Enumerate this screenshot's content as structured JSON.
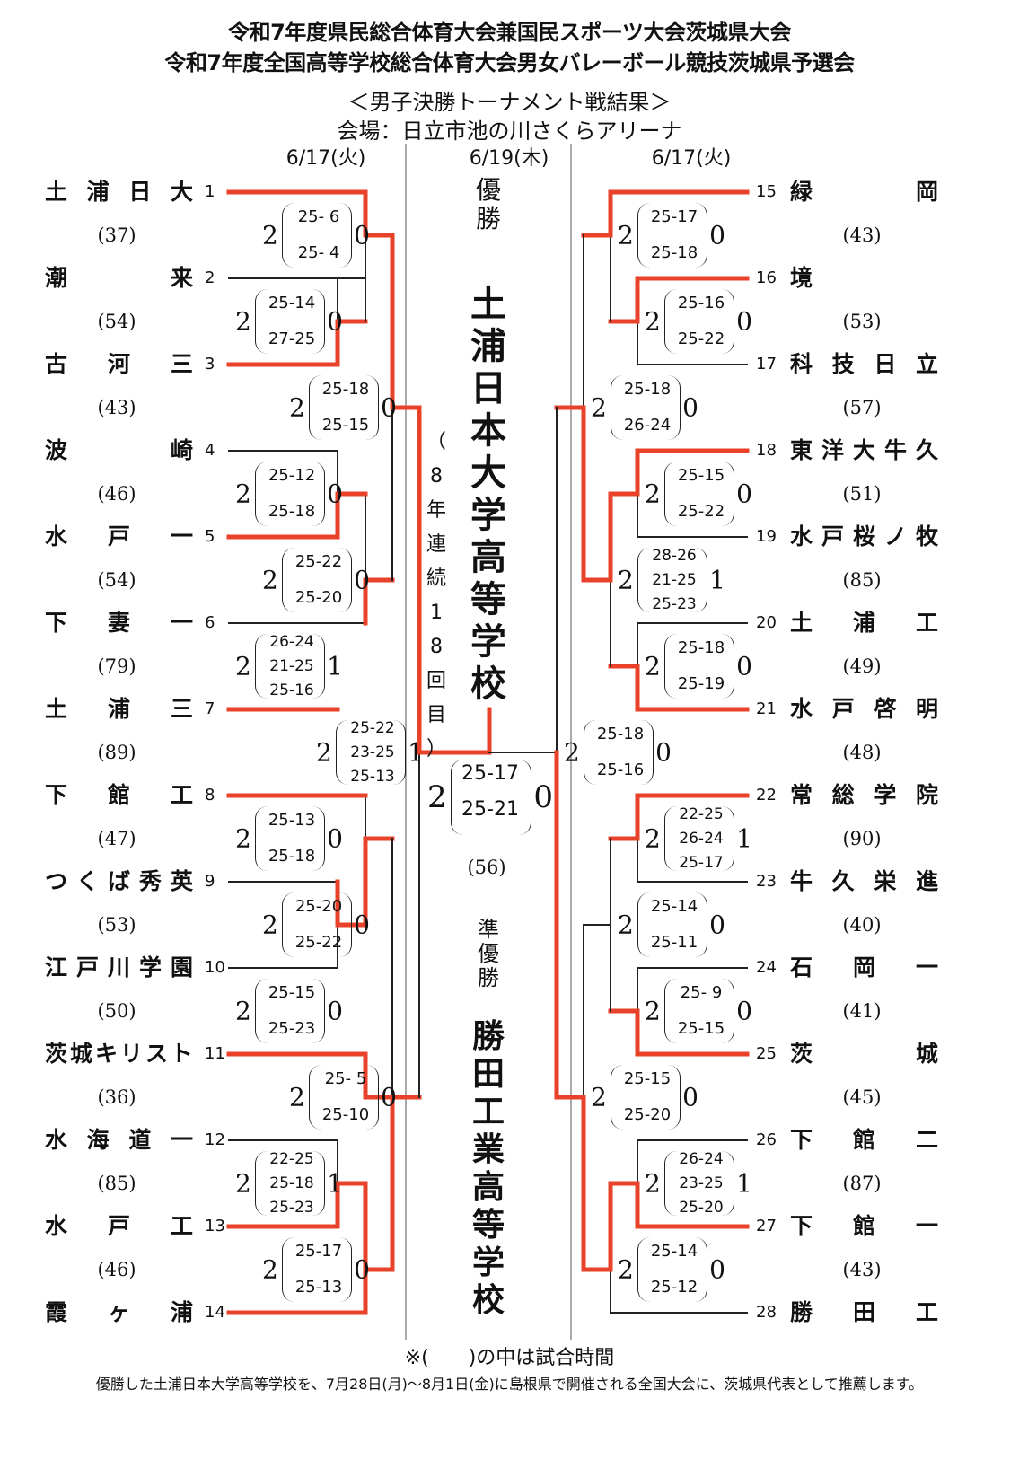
{
  "title": {
    "line1": "令和7年度県民総合体育大会兼国民スポーツ大会茨城県大会",
    "line2": "令和7年度全国高等学校総合体育大会男女バレーボール競技茨城県予選会",
    "subtitle": "＜男子決勝トーナメント戦結果＞",
    "venue": "会場：日立市池の川さくらアリーナ"
  },
  "dates": {
    "left": "6/17(火)",
    "center": "6/19(木)",
    "right": "6/17(火)"
  },
  "colors": {
    "winner_line": "#e8432a",
    "line": "#222222",
    "divider": "#555555"
  },
  "teams": [
    {
      "seed": "1",
      "name": "土浦日大"
    },
    {
      "seed": "2",
      "name": "潮来"
    },
    {
      "seed": "3",
      "name": "古河三"
    },
    {
      "seed": "4",
      "name": "波崎"
    },
    {
      "seed": "5",
      "name": "水戸一"
    },
    {
      "seed": "6",
      "name": "下妻一"
    },
    {
      "seed": "7",
      "name": "土浦三"
    },
    {
      "seed": "8",
      "name": "下館工"
    },
    {
      "seed": "9",
      "name": "つくば秀英"
    },
    {
      "seed": "10",
      "name": "江戸川学園"
    },
    {
      "seed": "11",
      "name": "茨城キリスト"
    },
    {
      "seed": "12",
      "name": "水海道一"
    },
    {
      "seed": "13",
      "name": "水戸工"
    },
    {
      "seed": "14",
      "name": "霞ヶ浦"
    },
    {
      "seed": "15",
      "name": "緑岡"
    },
    {
      "seed": "16",
      "name": "境"
    },
    {
      "seed": "17",
      "name": "科技日立"
    },
    {
      "seed": "18",
      "name": "東洋大牛久"
    },
    {
      "seed": "19",
      "name": "水戸桜ノ牧"
    },
    {
      "seed": "20",
      "name": "土浦工"
    },
    {
      "seed": "21",
      "name": "水戸啓明"
    },
    {
      "seed": "22",
      "name": "常総学院"
    },
    {
      "seed": "23",
      "name": "牛久栄進"
    },
    {
      "seed": "24",
      "name": "石岡一"
    },
    {
      "seed": "25",
      "name": "茨城"
    },
    {
      "seed": "26",
      "name": "下館二"
    },
    {
      "seed": "27",
      "name": "下館一"
    },
    {
      "seed": "28",
      "name": "勝田工"
    }
  ],
  "durations_left": [
    "(37)",
    "(54)",
    "(43)",
    "(46)",
    "(54)",
    "(79)",
    "(89)",
    "(47)",
    "(53)",
    "(50)",
    "(36)",
    "(85)",
    "(46)"
  ],
  "durations_right": [
    "(43)",
    "(53)",
    "(57)",
    "(51)",
    "(85)",
    "(49)",
    "(48)",
    "(90)",
    "(40)",
    "(41)",
    "(45)",
    "(87)",
    "(43)"
  ],
  "scores": [
    {
      "id": "m1",
      "w": "2",
      "l": "0",
      "sets": [
        "25- 6",
        "25- 4"
      ]
    },
    {
      "id": "m2",
      "w": "2",
      "l": "0",
      "sets": [
        "25-14",
        "27-25"
      ]
    },
    {
      "id": "m3",
      "w": "2",
      "l": "0",
      "sets": [
        "25-18",
        "25-15"
      ]
    },
    {
      "id": "m4",
      "w": "2",
      "l": "0",
      "sets": [
        "25-12",
        "25-18"
      ]
    },
    {
      "id": "m5",
      "w": "2",
      "l": "0",
      "sets": [
        "25-22",
        "25-20"
      ]
    },
    {
      "id": "m6",
      "w": "2",
      "l": "1",
      "sets": [
        "26-24",
        "21-25",
        "25-16"
      ]
    },
    {
      "id": "m7",
      "w": "2",
      "l": "1",
      "sets": [
        "25-22",
        "23-25",
        "25-13"
      ]
    },
    {
      "id": "m8",
      "w": "2",
      "l": "0",
      "sets": [
        "25-13",
        "25-18"
      ]
    },
    {
      "id": "m9",
      "w": "2",
      "l": "0",
      "sets": [
        "25-20",
        "25-22"
      ]
    },
    {
      "id": "m10",
      "w": "2",
      "l": "0",
      "sets": [
        "25-15",
        "25-23"
      ]
    },
    {
      "id": "m11",
      "w": "2",
      "l": "0",
      "sets": [
        "25- 5",
        "25-10"
      ]
    },
    {
      "id": "m12",
      "w": "2",
      "l": "1",
      "sets": [
        "22-25",
        "25-18",
        "25-23"
      ]
    },
    {
      "id": "m13",
      "w": "2",
      "l": "0",
      "sets": [
        "25-17",
        "25-13"
      ]
    },
    {
      "id": "r1",
      "w": "2",
      "l": "0",
      "sets": [
        "25-17",
        "25-18"
      ]
    },
    {
      "id": "r2",
      "w": "2",
      "l": "0",
      "sets": [
        "25-16",
        "25-22"
      ]
    },
    {
      "id": "r3",
      "w": "2",
      "l": "0",
      "sets": [
        "25-18",
        "26-24"
      ]
    },
    {
      "id": "r4",
      "w": "2",
      "l": "0",
      "sets": [
        "25-15",
        "25-22"
      ]
    },
    {
      "id": "r5",
      "w": "2",
      "l": "1",
      "sets": [
        "28-26",
        "21-25",
        "25-23"
      ]
    },
    {
      "id": "r6",
      "w": "2",
      "l": "0",
      "sets": [
        "25-18",
        "25-19"
      ]
    },
    {
      "id": "r7",
      "w": "2",
      "l": "0",
      "sets": [
        "25-18",
        "25-16"
      ]
    },
    {
      "id": "r8",
      "w": "2",
      "l": "1",
      "sets": [
        "22-25",
        "26-24",
        "25-17"
      ]
    },
    {
      "id": "r9",
      "w": "2",
      "l": "0",
      "sets": [
        "25-14",
        "25-11"
      ]
    },
    {
      "id": "r10",
      "w": "2",
      "l": "0",
      "sets": [
        "25- 9",
        "25-15"
      ]
    },
    {
      "id": "r11",
      "w": "2",
      "l": "0",
      "sets": [
        "25-15",
        "25-20"
      ]
    },
    {
      "id": "r12",
      "w": "2",
      "l": "1",
      "sets": [
        "26-24",
        "23-25",
        "25-20"
      ]
    },
    {
      "id": "r13",
      "w": "2",
      "l": "0",
      "sets": [
        "25-14",
        "25-12"
      ]
    }
  ],
  "final": {
    "w": "2",
    "l": "0",
    "sets": [
      "25-17",
      "25-21"
    ],
    "duration": "(56)"
  },
  "champion": {
    "label": "優勝",
    "name": "土浦日本大学高等学校",
    "streak": "（8年連続18回目）"
  },
  "runner_up": {
    "label": "準優勝",
    "name": "勝田工業高等学校"
  },
  "note": "※(　　)の中は試合時間",
  "footer": "優勝した土浦日本大学高等学校を、7月28日(月)〜8月1日(金)に島根県で開催される全国大会に、茨城県代表として推薦します。"
}
